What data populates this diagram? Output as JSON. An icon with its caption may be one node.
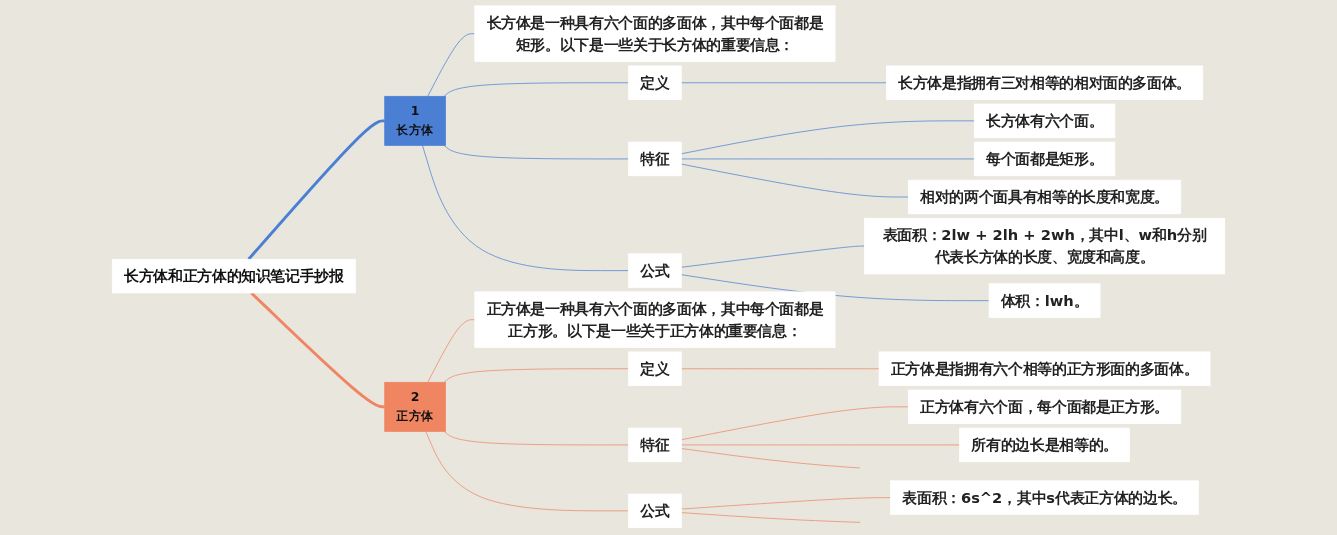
{
  "diagram": {
    "nodes": [
      {
        "text": [
          "长方体和正方体的知识笔记手抄报"
        ]
      },
      {
        "text": [
          "1",
          "长方体"
        ]
      },
      {
        "text": [
          "长方体是一种具有六个面的多面体，其中每个面都是矩形。以下是一些关于长方体的重要信息："
        ]
      },
      {
        "text": [
          "定义"
        ]
      },
      {
        "text": [
          "长方体是指拥有三对相等的相对面的多面体。"
        ]
      },
      {
        "text": [
          "特征"
        ]
      },
      {
        "text": [
          "长方体有六个面。"
        ]
      },
      {
        "text": [
          "每个面都是矩形。"
        ]
      },
      {
        "text": [
          "相对的两个面具有相等的长度和宽度。"
        ]
      },
      {
        "text": [
          "公式"
        ]
      },
      {
        "text": [
          "表面积：2lw + 2lh + 2wh，其中l、w和h分别代表长方体的长度、宽度和高度。"
        ]
      },
      {
        "text": [
          "体积：lwh。"
        ]
      },
      {
        "text": [
          "2",
          "正方体"
        ]
      },
      {
        "text": [
          "正方体是一种具有六个面的多面体，其中每个面都是正方形。以下是一些关于正方体的重要信息："
        ]
      },
      {
        "text": [
          "定义"
        ]
      },
      {
        "text": [
          "正方体是指拥有六个相等的正方形面的多面体。"
        ]
      },
      {
        "text": [
          "特征"
        ]
      },
      {
        "text": [
          "正方体有六个面，每个面都是正方形。"
        ]
      },
      {
        "text": [
          "所有的边长是相等的。"
        ]
      },
      {
        "text": [
          "公式"
        ]
      },
      {
        "text": [
          "表面积：6s^2，其中s代表正方体的边长。"
        ]
      }
    ],
    "edges": [
      {
        "from": 0,
        "to": 1,
        "arrow": "none",
        "style": "thick",
        "color": "#4a7fd4"
      },
      {
        "from": 1,
        "to": 2,
        "arrow": "none",
        "color": "#4a7fd4"
      },
      {
        "from": 1,
        "to": 3,
        "arrow": "none",
        "color": "#4a7fd4"
      },
      {
        "from": 1,
        "to": 5,
        "arrow": "none",
        "color": "#4a7fd4"
      },
      {
        "from": 1,
        "to": 9,
        "arrow": "none",
        "color": "#4a7fd4"
      },
      {
        "from": 3,
        "to": 4,
        "arrow": "none",
        "color": "#4a7fd4"
      },
      {
        "from": 5,
        "to": 6,
        "arrow": "none",
        "color": "#4a7fd4"
      },
      {
        "from": 5,
        "to": 7,
        "arrow": "none",
        "color": "#4a7fd4"
      },
      {
        "from": 5,
        "to": 8,
        "arrow": "none",
        "color": "#4a7fd4"
      },
      {
        "from": 9,
        "to": 10,
        "arrow": "none",
        "color": "#4a7fd4"
      },
      {
        "from": 9,
        "to": 11,
        "arrow": "none",
        "color": "#4a7fd4"
      },
      {
        "from": 0,
        "to": 12,
        "arrow": "none",
        "style": "thick",
        "color": "#f08562"
      },
      {
        "from": 12,
        "to": 13,
        "arrow": "none",
        "color": "#f08562"
      },
      {
        "from": 12,
        "to": 14,
        "arrow": "none",
        "color": "#f08562"
      },
      {
        "from": 12,
        "to": 16,
        "arrow": "none",
        "color": "#f08562"
      },
      {
        "from": 12,
        "to": 19,
        "arrow": "none",
        "color": "#f08562"
      },
      {
        "from": 14,
        "to": 15,
        "arrow": "none",
        "color": "#f08562"
      },
      {
        "from": 16,
        "to": 17,
        "arrow": "none",
        "color": "#f08562"
      },
      {
        "from": 16,
        "to": 18,
        "arrow": "none",
        "color": "#f08562"
      },
      {
        "from": 16,
        "to": null,
        "arrow": "none",
        "color": "#f08562"
      },
      {
        "from": 19,
        "to": 20,
        "arrow": "none",
        "color": "#f08562"
      },
      {
        "from": 19,
        "to": null,
        "arrow": "none",
        "color": "#f08562"
      }
    ]
  }
}
